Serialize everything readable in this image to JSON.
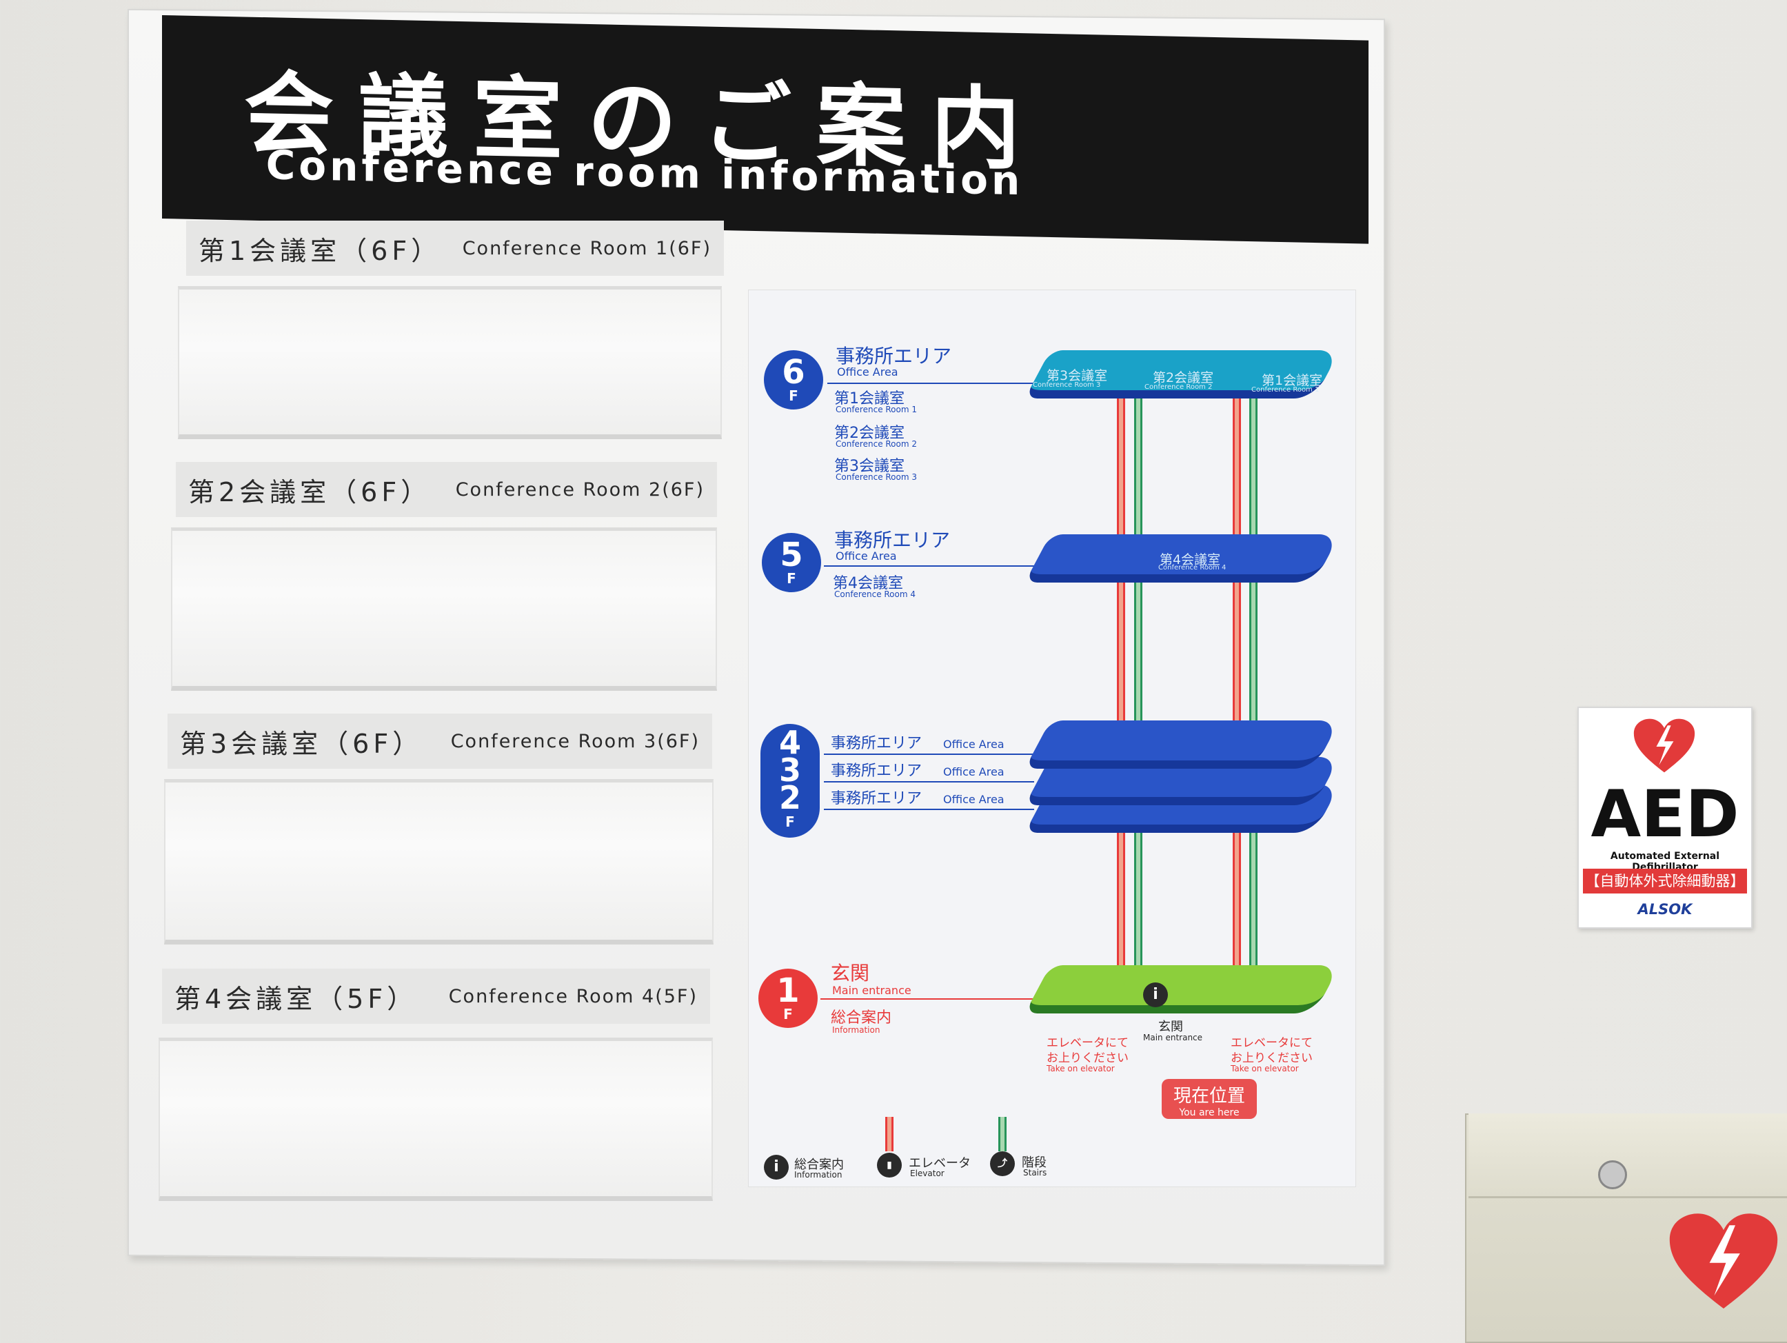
{
  "header": {
    "title_jp": "会議室のご案内",
    "title_en": "Conference room information"
  },
  "rooms": [
    {
      "jp": "第1会議室（6F）",
      "en": "Conference Room 1(6F)"
    },
    {
      "jp": "第2会議室（6F）",
      "en": "Conference Room 2(6F)"
    },
    {
      "jp": "第3会議室（6F）",
      "en": "Conference Room 3(6F)"
    },
    {
      "jp": "第4会議室（5F）",
      "en": "Conference Room 4(5F)"
    }
  ],
  "floors": {
    "f6": {
      "num": "6",
      "f": "F",
      "area_jp": "事務所エリア",
      "area_en": "Office Area",
      "rooms": [
        {
          "jp": "第1会議室",
          "en": "Conference Room 1"
        },
        {
          "jp": "第2会議室",
          "en": "Conference Room 2"
        },
        {
          "jp": "第3会議室",
          "en": "Conference Room 3"
        }
      ],
      "slab_rooms": [
        {
          "jp": "第3会議室",
          "en": "Conference Room 3"
        },
        {
          "jp": "第2会議室",
          "en": "Conference Room 2"
        },
        {
          "jp": "第1会議室",
          "en": "Conference Room 1"
        }
      ]
    },
    "f5": {
      "num": "5",
      "f": "F",
      "area_jp": "事務所エリア",
      "area_en": "Office Area",
      "room_jp": "第4会議室",
      "room_en": "Conference Room 4",
      "slab_room_jp": "第4会議室",
      "slab_room_en": "Conference Room 4"
    },
    "f432": {
      "nums": [
        "4",
        "3",
        "2"
      ],
      "f": "F",
      "area_jp": "事務所エリア",
      "area_en": "Office Area"
    },
    "f1": {
      "num": "1",
      "f": "F",
      "entrance_jp": "玄関",
      "entrance_en": "Main entrance",
      "info_jp": "総合案内",
      "info_en": "Information",
      "slab_entrance_jp": "玄関",
      "slab_entrance_en": "Main entrance",
      "elevator_jp_1": "エレベータにて",
      "elevator_jp_2": "お上りください",
      "elevator_en": "Take on elevator",
      "here_jp": "現在位置",
      "here_en": "You are here"
    }
  },
  "legend": [
    {
      "icon": "info-icon",
      "jp": "総合案内",
      "en": "Information"
    },
    {
      "icon": "elevator-icon",
      "jp": "エレベータ",
      "en": "Elevator"
    },
    {
      "icon": "stairs-icon",
      "jp": "階段",
      "en": "Stairs"
    }
  ],
  "aed": {
    "title": "AED",
    "subtitle": "Automated External Defibrillator",
    "jp": "【自動体外式除細動器】",
    "brand": "ALSOK"
  },
  "colors": {
    "blue": "#1f4ab8",
    "red": "#e83a3a",
    "green": "#27945a",
    "header": "#161616"
  }
}
